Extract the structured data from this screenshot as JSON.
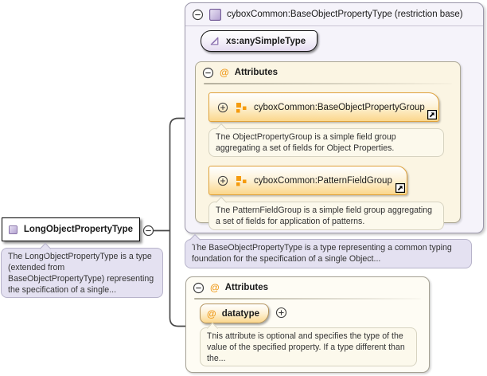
{
  "colors": {
    "purple_accent": "#8a6fae",
    "orange_accent": "#ef9b1d",
    "group_border": "#dfa13a",
    "group_fill_bottom": "#fbd78c",
    "lavender_box_bg": "#f5f3fa",
    "cream_panel_bg": "#fbf5e3",
    "tooltip_lavender_bg": "#e4e1f1",
    "connector": "#4a4a4a"
  },
  "main_type": {
    "label": "LongObjectPropertyType",
    "tooltip": "The LongObjectPropertyType is a type (extended from BaseObjectPropertyType) representing the specification of a single..."
  },
  "base_type": {
    "title": "cyboxCommon:BaseObjectPropertyType (restriction base)",
    "simple_type_label": "xs:anySimpleType",
    "attributes_header": "Attributes",
    "groups": [
      {
        "label": "cyboxCommon:BaseObjectPropertyGroup",
        "description": "The ObjectPropertyGroup is a simple field group aggregating a set of fields for Object Properties."
      },
      {
        "label": "cyboxCommon:PatternFieldGroup",
        "description": "The PatternFieldGroup is a simple field group aggregating a set of fields for application of patterns."
      }
    ],
    "tooltip": "The BaseObjectPropertyType is a type representing a common typing foundation for the specification of a single Object..."
  },
  "local_attributes": {
    "header": "Attributes",
    "attribute_name": "datatype",
    "attribute_description": "This attribute is optional and specifies the type of the value of the specified property. If a type different than the..."
  }
}
